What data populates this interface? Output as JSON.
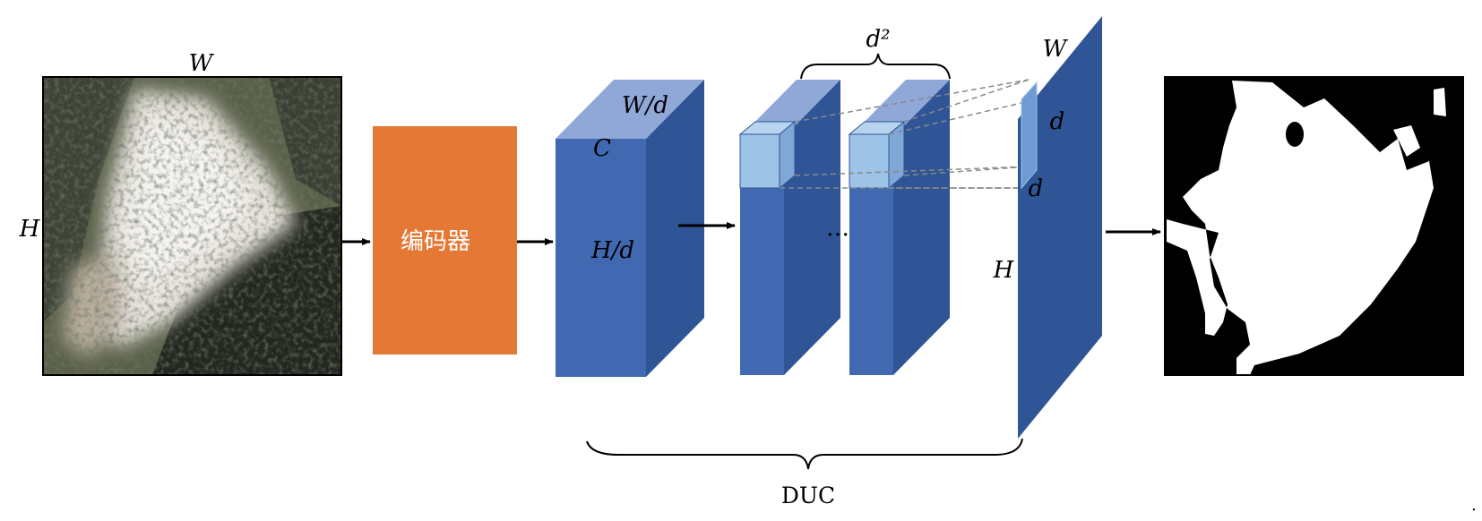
{
  "diagram": {
    "input_image": {
      "label_width": "W",
      "label_height": "H"
    },
    "encoder": {
      "label": "编码器",
      "color": "#E57834"
    },
    "feature_map": {
      "label_width": "W/d",
      "label_channels": "C",
      "label_height": "H/d",
      "front_color": "#4169B1",
      "side_color": "#2F5597",
      "top_color": "#8FA8D8"
    },
    "duc_blocks": {
      "count_label": "d²",
      "ellipsis": "…",
      "cell_color": "#9DC3E6"
    },
    "output_plane": {
      "label_width": "W",
      "label_height": "H",
      "label_d_side": "d",
      "label_d_bottom": "d",
      "color": "#2F5597"
    },
    "output_mask": {
      "background": "#000000",
      "foreground": "#FFFFFF"
    },
    "brace_label": "DUC",
    "footer_mark": "."
  }
}
